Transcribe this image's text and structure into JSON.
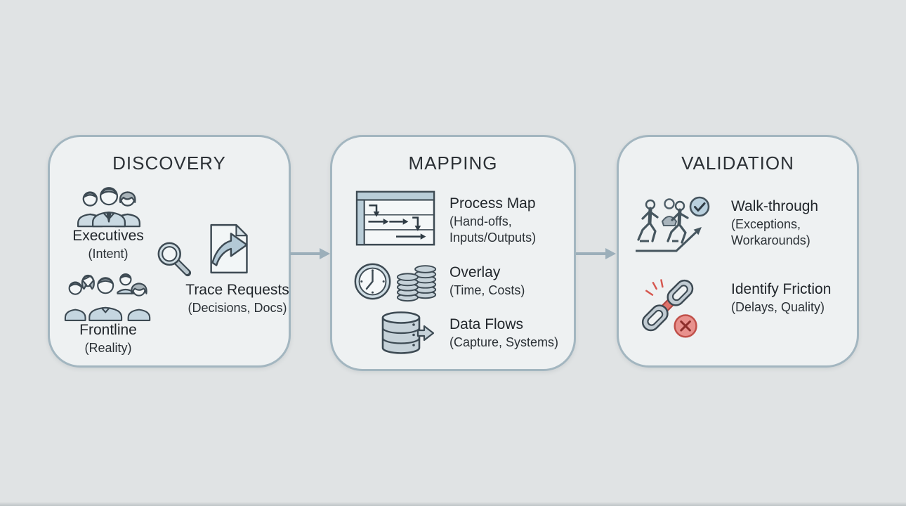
{
  "stages": [
    {
      "title": "DISCOVERY",
      "items": [
        {
          "icon": "executives-group-icon",
          "label": "Executives",
          "sublabels": [
            "(Intent)"
          ]
        },
        {
          "icon": "frontline-group-icon",
          "label": "Frontline",
          "sublabels": [
            "(Reality)"
          ]
        },
        {
          "icon": "magnifier-icon"
        },
        {
          "icon": "document-trace-icon",
          "label": "Trace Requests",
          "sublabels": [
            "(Decisions, Docs)"
          ]
        }
      ]
    },
    {
      "title": "MAPPING",
      "items": [
        {
          "icon": "process-map-icon",
          "label": "Process Map",
          "sublabels": [
            "(Hand-offs,",
            "Inputs/Outputs)"
          ]
        },
        {
          "icons": [
            "clock-icon",
            "coins-icon"
          ],
          "label": "Overlay",
          "sublabels": [
            "(Time, Costs)"
          ]
        },
        {
          "icon": "database-flow-icon",
          "label": "Data Flows",
          "sublabels": [
            "(Capture, Systems)"
          ]
        }
      ]
    },
    {
      "title": "VALIDATION",
      "items": [
        {
          "icon": "walkthrough-icon",
          "label": "Walk-through",
          "sublabels": [
            "(Exceptions,",
            "Workarounds)"
          ]
        },
        {
          "icon": "broken-chain-icon",
          "label": "Identify Friction",
          "sublabels": [
            "(Delays, Quality)"
          ]
        }
      ]
    }
  ],
  "connectors": [
    {
      "icon": "flow-arrow-icon"
    },
    {
      "icon": "flow-arrow-icon"
    }
  ],
  "colors": {
    "background": "#e0e3e4",
    "panel_fill": "#eef1f2",
    "panel_border": "#a3b6c0",
    "icon_stroke": "#3d4a53",
    "icon_fill_blue": "#c5d6e0",
    "connector_arrow": "#9cafba",
    "alert_red": "#e0736b",
    "text": "#24292e"
  }
}
